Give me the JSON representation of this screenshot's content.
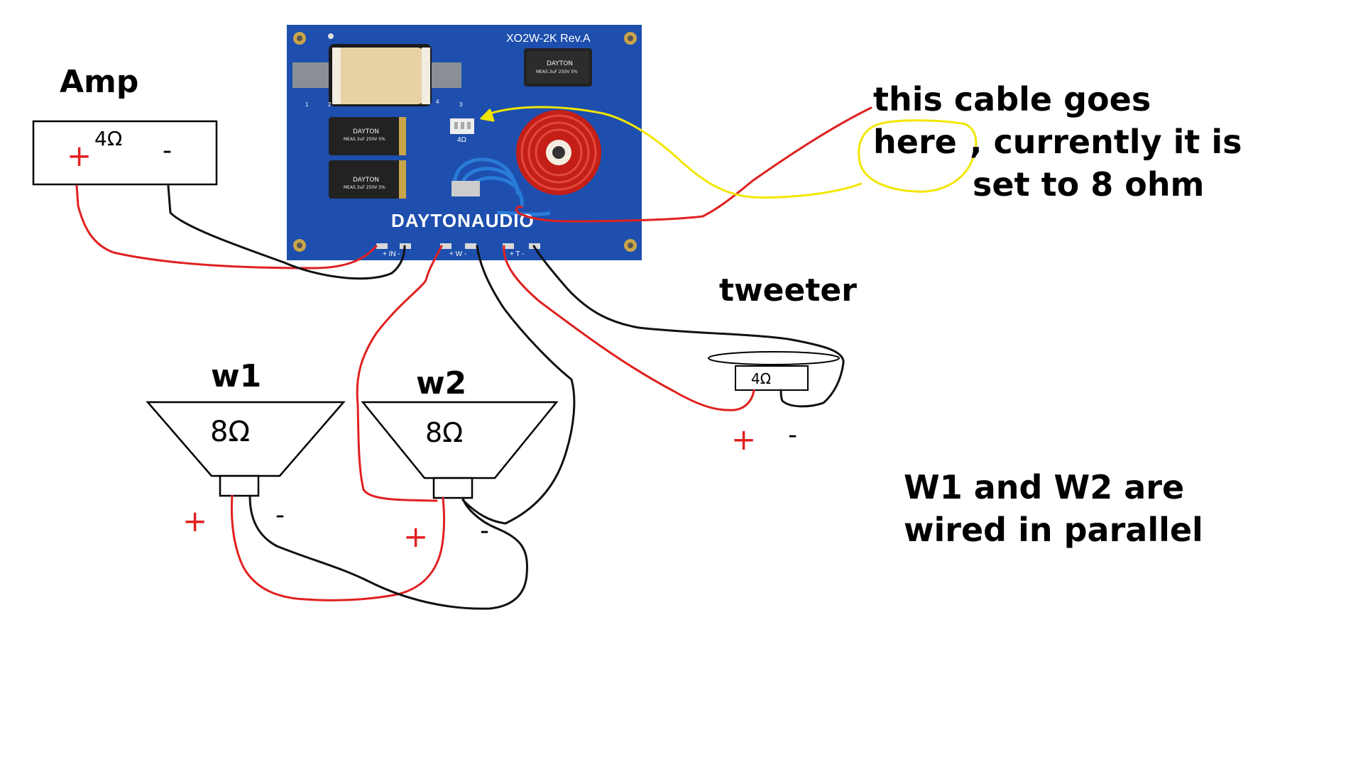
{
  "board": {
    "model": "XO2W-2K  Rev.A",
    "brand": "DAYTONAUDIO",
    "cap_brand": "DAYTON",
    "cap_spec": "MEA5.3uF 250V 5%",
    "jumper_label": "4Ω",
    "terminals": {
      "in": "+ IN -",
      "woofer": "+ W -",
      "tweeter": "+ T -"
    },
    "coil_pins": [
      "1",
      "2",
      "4",
      "3"
    ]
  },
  "amp": {
    "title": "Amp",
    "impedance": "4Ω",
    "plus": "+",
    "minus": "-"
  },
  "tweeter": {
    "title": "tweeter",
    "impedance": "4Ω",
    "plus": "+",
    "minus": "-"
  },
  "woofer1": {
    "title": "w1",
    "impedance": "8Ω",
    "plus": "+",
    "minus": "-"
  },
  "woofer2": {
    "title": "w2",
    "impedance": "8Ω",
    "plus": "+",
    "minus": "-"
  },
  "notes": {
    "cable_line1": "this cable goes",
    "cable_line2_a": "here",
    "cable_line2_b": ", currently it is",
    "cable_line3": "set to 8 ohm",
    "parallel_line1": "W1 and W2 are",
    "parallel_line2": "wired in parallel"
  },
  "colors": {
    "board": "#1e4fae",
    "wire_positive": "#e02020",
    "wire_negative": "#111111",
    "annotation": "#f2e600"
  }
}
